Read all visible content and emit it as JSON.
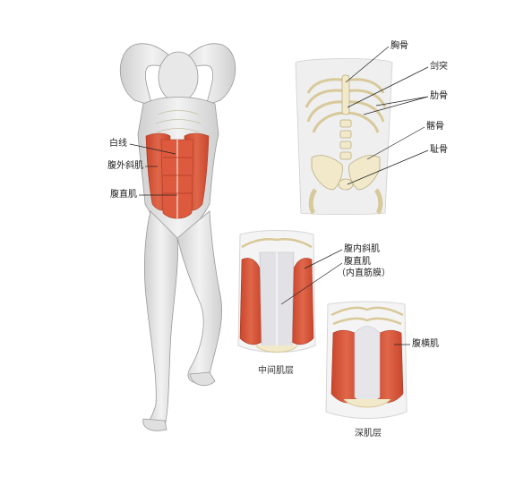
{
  "figure": {
    "labels_left": {
      "linea_alba": "白线",
      "external_oblique": "腹外斜肌",
      "rectus_abdominis": "腹直肌"
    },
    "labels_skeleton": {
      "sternum": "胸骨",
      "xiphoid": "剑突",
      "ribs": "肋骨",
      "ilium": "髂骨",
      "pubis": "耻骨"
    },
    "labels_middle": {
      "internal_oblique": "腹内斜肌",
      "rectus_abdominis": "腹直肌",
      "rectus_sheath": "（内直筋膜）"
    },
    "labels_deep": {
      "transversus": "腹横肌"
    },
    "captions": {
      "middle_layer": "中间肌层",
      "deep_layer": "深肌层"
    }
  },
  "colors": {
    "muscle": "#d9573a",
    "muscle_dark": "#b8402a",
    "bone": "#f1e9c9",
    "skin": "#e6e6e6",
    "fascia": "#dcdcdc"
  }
}
